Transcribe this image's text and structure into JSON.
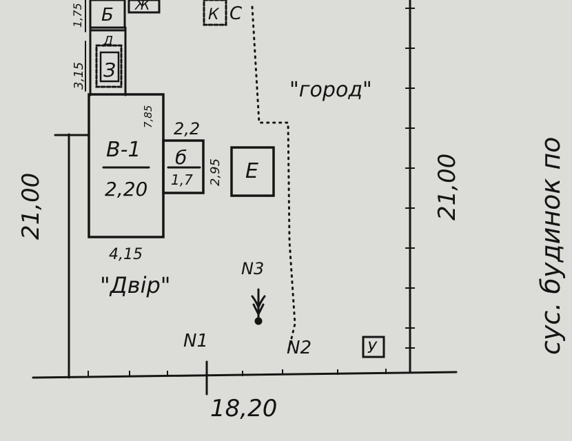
{
  "plan": {
    "buildings": {
      "main": {
        "code": "В-1",
        "floors": "2,20"
      },
      "porch": {
        "code": "б",
        "value": "1,7"
      },
      "top_small": {
        "code": "Б"
      },
      "top_small_2": {
        "code": "Ж"
      },
      "shed_3": {
        "code": "З"
      },
      "shed_d": {
        "code": "Д"
      },
      "shed_c": {
        "code": "С"
      },
      "shed_kc": {
        "code": "К"
      },
      "shed_e": {
        "code": "Е"
      },
      "toilet": {
        "code": "У"
      }
    },
    "dimensions": {
      "left_side": "21,00",
      "right_side": "21,00",
      "bottom": "18,20",
      "main_width": "4,15",
      "main_corner": "7,85",
      "porch_width": "2,2",
      "porch_height": "2,95",
      "upper_1": "1,75",
      "upper_2": "3,15"
    },
    "areas": {
      "yard": "\"Двір\"",
      "garden": "\"город\""
    },
    "points": {
      "n1": "N1",
      "n2": "N2",
      "n3": "N3"
    },
    "neighbour": "сус. будинок по"
  }
}
